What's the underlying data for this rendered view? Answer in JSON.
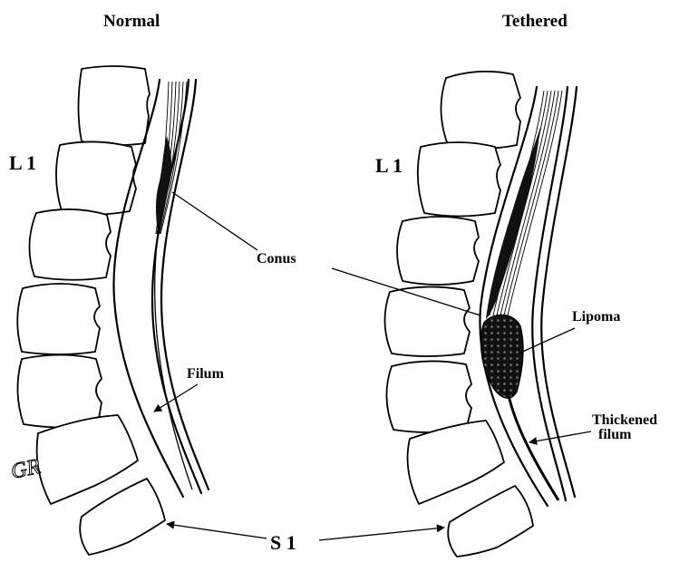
{
  "figure": {
    "normal_title": "Normal",
    "tethered_title": "Tethered",
    "normal_level_label": "L 1",
    "tethered_level_label": "L 1",
    "conus_label": "Conus",
    "filum_label": "Filum",
    "lipoma_label": "Lipoma",
    "thickened_filum_line1": "Thickened",
    "thickened_filum_line2": "filum",
    "s1_label": "S 1",
    "signature": "GR"
  },
  "colors": {
    "ink": "#000000",
    "background": "#ffffff"
  }
}
